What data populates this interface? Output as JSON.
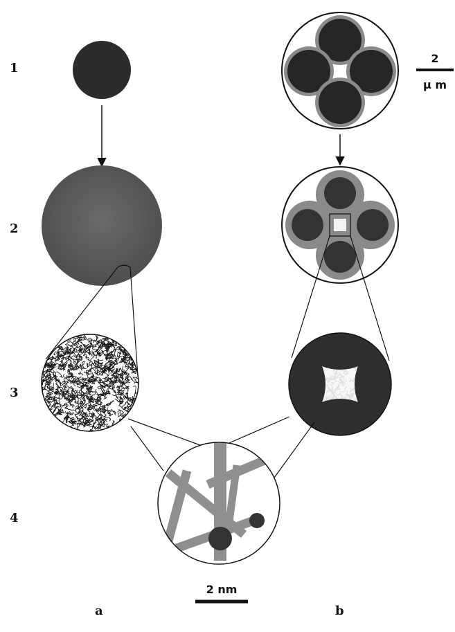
{
  "row_labels": [
    "1",
    "2",
    "3",
    "4"
  ],
  "column_labels": [
    "a",
    "b"
  ],
  "scale_bars": {
    "micro_value": "2",
    "micro_unit": "μ m",
    "nano": "2 nm"
  },
  "colors": {
    "dark_particle": "#2a2a2a",
    "gray_particle": "#5a5a5a",
    "shell_gray": "#8a8a8a",
    "light_gap": "#f2f2f2",
    "outline": "#111111",
    "fiber_gray": "#8f8f8f"
  }
}
